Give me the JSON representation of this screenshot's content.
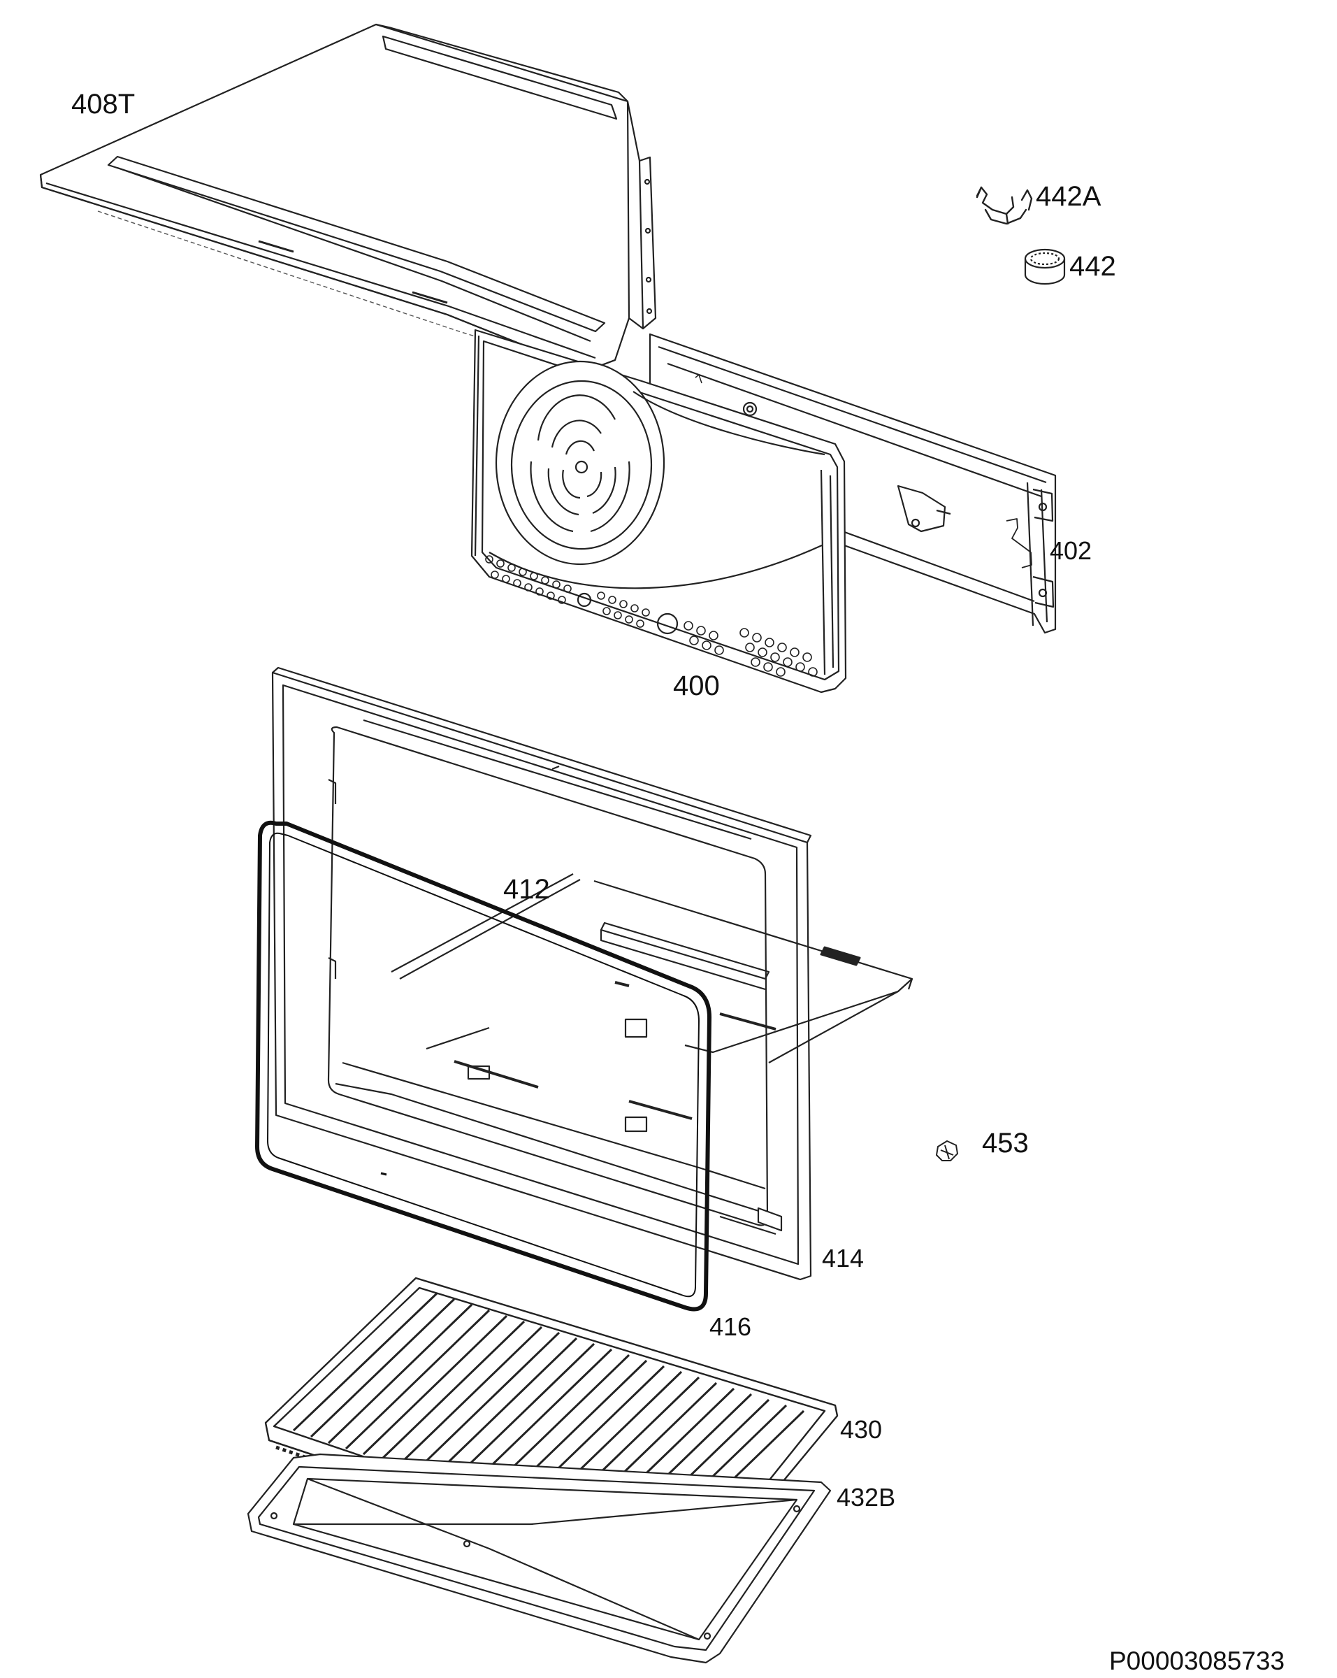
{
  "labels": {
    "top_panel": "408T",
    "clip": "442A",
    "knob_cap": "442",
    "side_rail": "402",
    "back_panel": "400",
    "gasket": "412",
    "door_frame": "414",
    "seal": "416",
    "screw": "453",
    "grid_shelf": "430",
    "tray": "432B"
  },
  "document_number": "P00003085733"
}
